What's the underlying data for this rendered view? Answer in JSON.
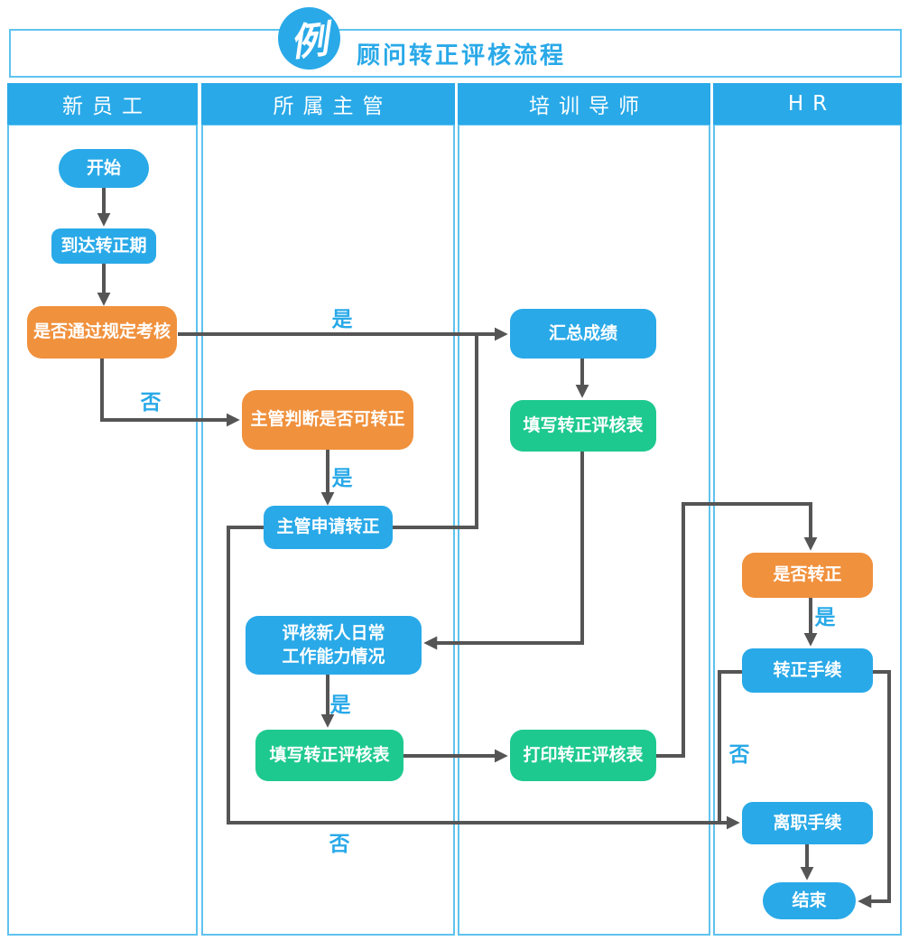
{
  "header": {
    "badge": "例",
    "title": "顾问转正评核流程"
  },
  "lanes": [
    {
      "label": "新员工"
    },
    {
      "label": "所属主管"
    },
    {
      "label": "培训导师"
    },
    {
      "label": "HR"
    }
  ],
  "nodes": {
    "start": "开始",
    "reach_period": "到达转正期",
    "pass_check": "是否通过规定考核",
    "judge": "主管判断是否可转正",
    "apply": "主管申请转正",
    "assess_line1": "评核新人日常",
    "assess_line2": "工作能力情况",
    "fill_form_supervisor": "填写转正评核表",
    "summary": "汇总成绩",
    "fill_form_mentor": "填写转正评核表",
    "print_form": "打印转正评核表",
    "is_confirm": "是否转正",
    "confirm_procedure": "转正手续",
    "resign_procedure": "离职手续",
    "end": "结束"
  },
  "edge_labels": {
    "pass_yes": "是",
    "pass_no": "否",
    "judge_yes": "是",
    "assess_yes": "是",
    "apply_no": "否",
    "confirm_yes": "是",
    "confirm_no": "否"
  },
  "colors": {
    "node_blue": "#29A9E8",
    "node_orange": "#F0913D",
    "node_green": "#1EC98F",
    "arrow_gray": "#555555",
    "lane_border": "#5FC3F0",
    "accent_blue": "#29A9E8"
  }
}
